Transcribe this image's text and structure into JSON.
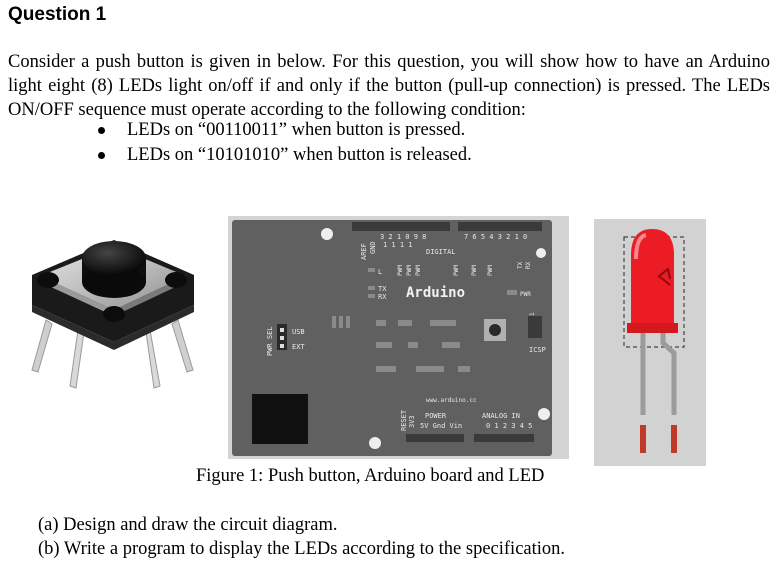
{
  "heading": "Question 1",
  "paragraph": "Consider a push button is given in below.  For this question, you will show how to have an Arduino light eight (8) LEDs light on/off if and only if the button (pull-up connection) is pressed. The LEDs ON/OFF sequence must operate according to the following condition:",
  "bullets": [
    "LEDs on “00110011” when button is pressed.",
    "LEDs on “10101010” when button is released."
  ],
  "arduino": {
    "aref": "AREF",
    "gnd": "GND",
    "pin_tens": "1 1 1 1",
    "pin_digits_left": "3 2 1 0 9 8",
    "pin_digits_right": "7 6 5 4 3 2 1 0",
    "digital": "DIGITAL",
    "l_led": "L",
    "pwm": "PWM",
    "tx_rx": "TX RX",
    "tx": "TX",
    "rx": "RX",
    "logo": "Arduino",
    "pwr_led": "PWR",
    "pwr_sel": "PWR SEL",
    "usb": "USB",
    "ext": "EXT",
    "icsp": "ICSP",
    "one": "1",
    "website": "www.arduino.cc",
    "reset": "RESET",
    "v3": "3V3",
    "power": "POWER",
    "power_pins": "5V Gnd Vin",
    "analog_in": "ANALOG IN",
    "analog_pins": "0 1 2 3 4 5"
  },
  "caption": "Figure 1: Push button, Arduino board and LED",
  "tasks": [
    "(a) Design and draw the circuit diagram.",
    "(b) Write a program to display the LEDs according to the specification."
  ]
}
